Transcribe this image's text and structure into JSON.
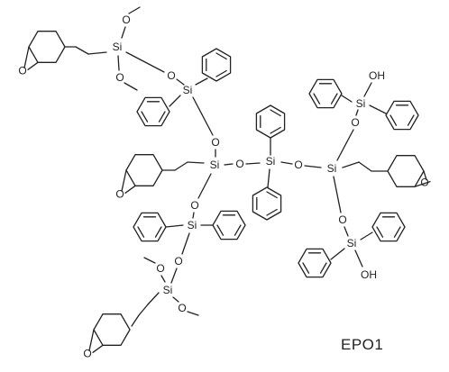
{
  "caption": "EPO1",
  "atoms": {
    "si": "Si",
    "o": "O",
    "oh": "OH"
  }
}
